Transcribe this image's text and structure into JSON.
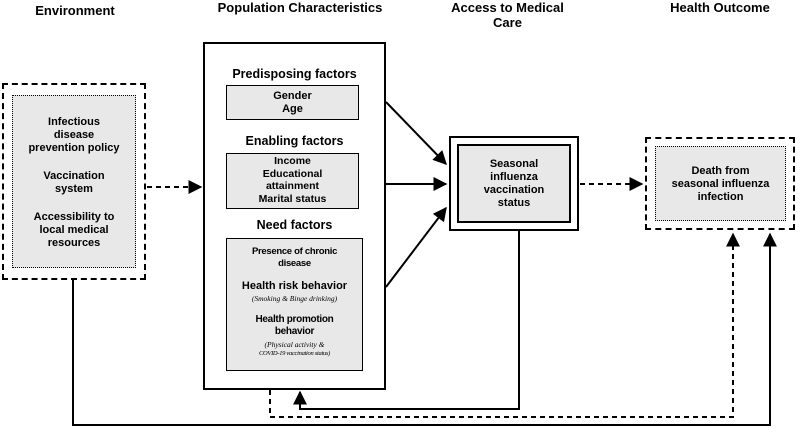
{
  "headers": {
    "environment": "Environment",
    "population": "Population Characteristics",
    "access_line1": "Access to Medical",
    "access_line2": "Care",
    "outcome": "Health Outcome"
  },
  "environment": {
    "item1": [
      "Infectious",
      "disease",
      "prevention policy"
    ],
    "item2": [
      "Vaccination",
      "system"
    ],
    "item3": [
      "Accessibility to",
      "local medical",
      "resources"
    ]
  },
  "predisposing": {
    "title": "Predisposing factors",
    "items": [
      "Gender",
      "Age"
    ]
  },
  "enabling": {
    "title": "Enabling factors",
    "items": [
      "Income",
      "Educational",
      "attainment",
      "Marital status"
    ]
  },
  "need": {
    "title": "Need factors",
    "chronic": [
      "Presence of chronic",
      "disease"
    ],
    "risk_title": "Health risk behavior",
    "risk_note": "(Smoking & Binge drinking)",
    "promo_title": [
      "Health promotion",
      "behavior"
    ],
    "promo_note": [
      "(Physical activity &",
      "COVID-19 vaccination status)"
    ]
  },
  "access": {
    "lines": [
      "Seasonal",
      "influenza",
      "vaccination",
      "status"
    ]
  },
  "outcome": {
    "lines": [
      "Death from",
      "seasonal influenza",
      "infection"
    ]
  },
  "colors": {
    "box_fill": "#e8e8e8",
    "line": "#000000"
  }
}
